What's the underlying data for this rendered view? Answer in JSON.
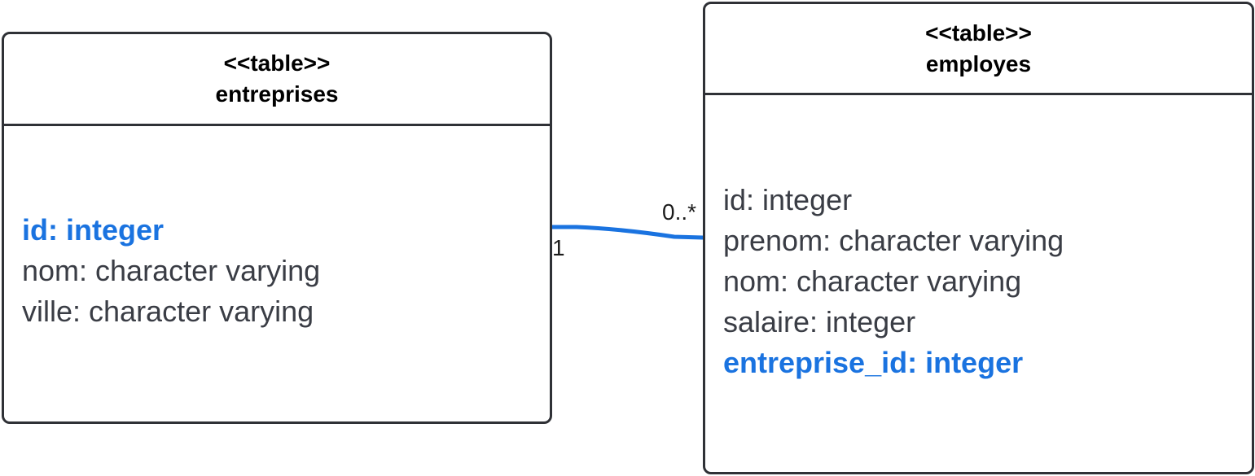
{
  "colors": {
    "border": "#2f3136",
    "key_attribute": "#1a73e0",
    "attribute": "#3a3d45",
    "relation_line": "#1a73e0"
  },
  "tables": {
    "entreprises": {
      "stereotype": "<<table>>",
      "name": "entreprises",
      "attributes": [
        {
          "text": "id: integer",
          "key": true
        },
        {
          "text": "nom: character varying",
          "key": false
        },
        {
          "text": "ville: character varying",
          "key": false
        }
      ]
    },
    "employes": {
      "stereotype": "<<table>>",
      "name": "employes",
      "attributes": [
        {
          "text": "id: integer",
          "key": false
        },
        {
          "text": "prenom: character varying",
          "key": false
        },
        {
          "text": "nom: character varying",
          "key": false
        },
        {
          "text": "salaire: integer",
          "key": false
        },
        {
          "text": "entreprise_id: integer",
          "key": true
        }
      ]
    }
  },
  "relation": {
    "from": "entreprises",
    "to": "employes",
    "from_multiplicity": "1",
    "to_multiplicity": "0..*"
  }
}
